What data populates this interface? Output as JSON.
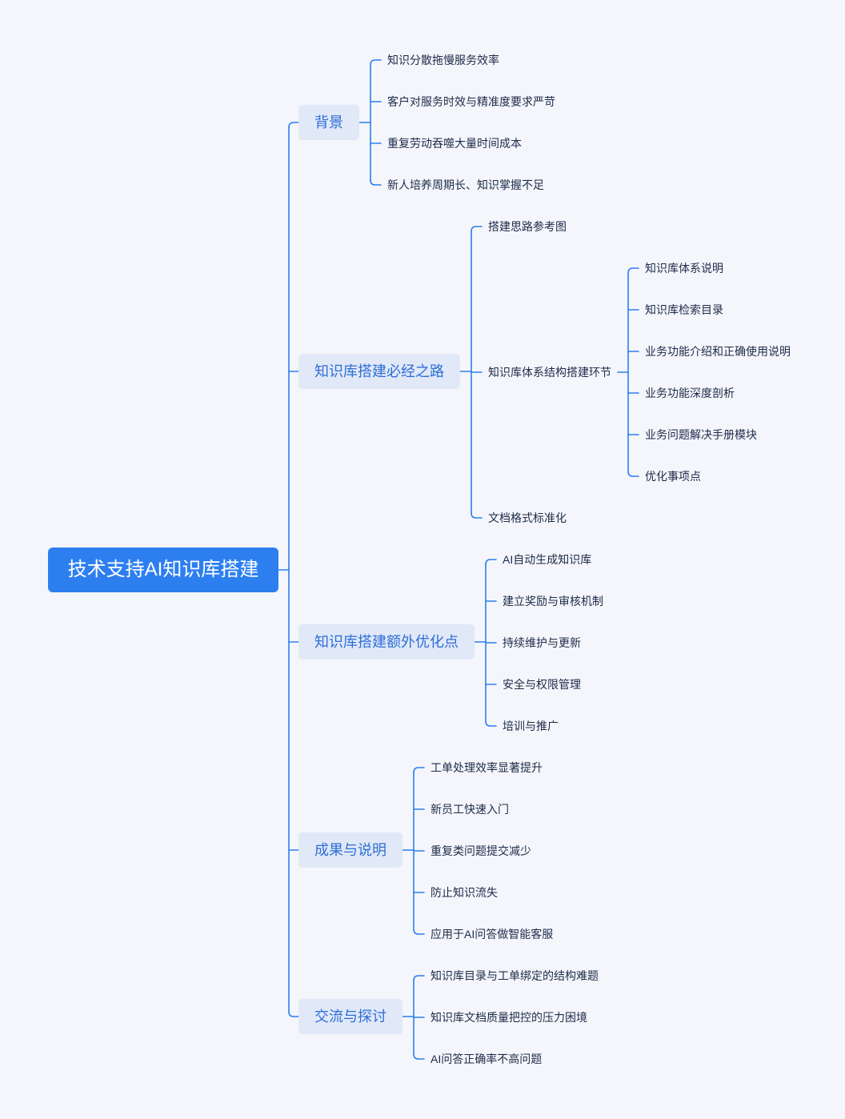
{
  "root": {
    "label": "技术支持AI知识库搭建"
  },
  "colors": {
    "accent": "#2d7ff0",
    "branch_bg": "#e1e8f8",
    "branch_text": "#2d6fd6",
    "line": "#2d7ff0",
    "leaf_text": "#1e2a4a"
  },
  "branches": [
    {
      "label": "背景",
      "children": [
        {
          "label": "知识分散拖慢服务效率"
        },
        {
          "label": "客户对服务时效与精准度要求严苛"
        },
        {
          "label": "重复劳动吞噬大量时间成本"
        },
        {
          "label": "新人培养周期长、知识掌握不足"
        }
      ]
    },
    {
      "label": "知识库搭建必经之路",
      "children": [
        {
          "label": "搭建思路参考图"
        },
        {
          "label": "知识库体系结构搭建环节",
          "children": [
            {
              "label": "知识库体系说明"
            },
            {
              "label": "知识库检索目录"
            },
            {
              "label": "业务功能介绍和正确使用说明"
            },
            {
              "label": "业务功能深度剖析"
            },
            {
              "label": "业务问题解决手册模块"
            },
            {
              "label": "优化事项点"
            }
          ]
        },
        {
          "label": "文档格式标准化"
        }
      ]
    },
    {
      "label": "知识库搭建额外优化点",
      "children": [
        {
          "label": "AI自动生成知识库"
        },
        {
          "label": "建立奖励与审核机制"
        },
        {
          "label": "持续维护与更新"
        },
        {
          "label": "安全与权限管理"
        },
        {
          "label": "培训与推广"
        }
      ]
    },
    {
      "label": "成果与说明",
      "children": [
        {
          "label": "工单处理效率显著提升"
        },
        {
          "label": "新员工快速入门"
        },
        {
          "label": "重复类问题提交减少"
        },
        {
          "label": "防止知识流失"
        },
        {
          "label": "应用于AI问答做智能客服"
        }
      ]
    },
    {
      "label": "交流与探讨",
      "children": [
        {
          "label": "知识库目录与工单绑定的结构难题"
        },
        {
          "label": "知识库文档质量把控的压力困境"
        },
        {
          "label": "AI问答正确率不高问题"
        }
      ]
    }
  ]
}
